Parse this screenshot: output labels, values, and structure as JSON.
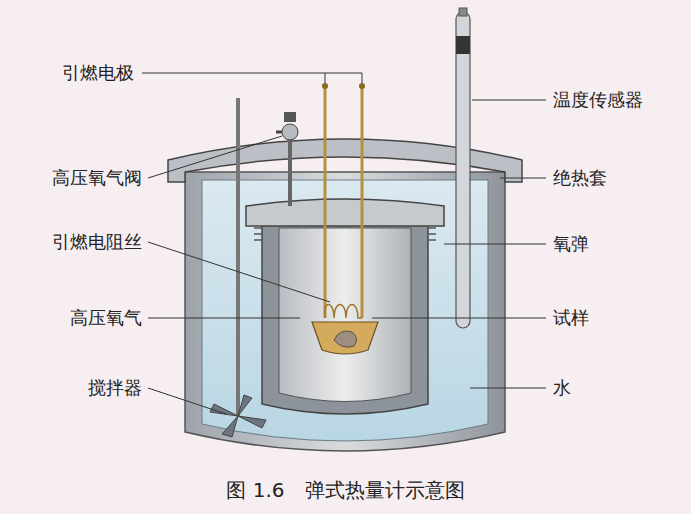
{
  "diagram": {
    "caption": "图 1.6　弹式热量计示意图",
    "labels": [
      "引燃电极",
      "温度传感器",
      "高压氧气阀",
      "绝热套",
      "引燃电阻丝",
      "氧弹",
      "高压氧气",
      "试样",
      "搅拌器",
      "水"
    ]
  }
}
